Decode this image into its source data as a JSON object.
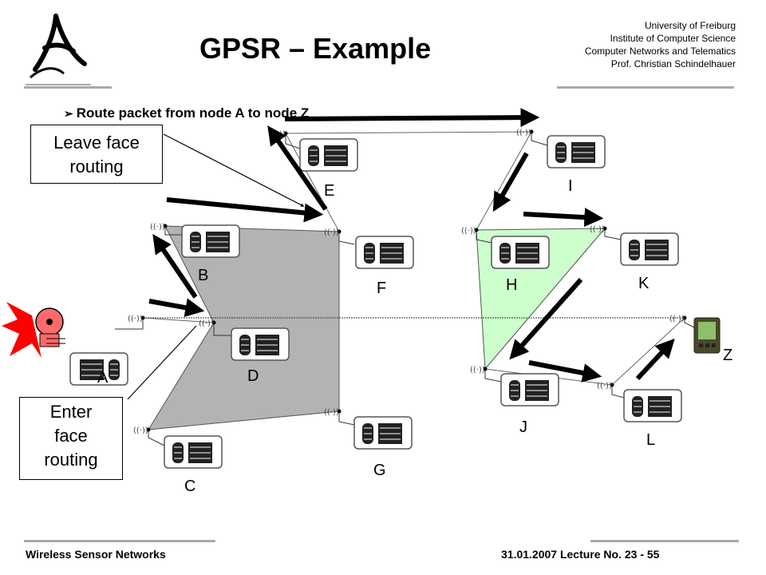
{
  "header": {
    "title": "GPSR – Example",
    "institution": [
      "University of Freiburg",
      "Institute of Computer Science",
      "Computer Networks and Telematics",
      "Prof. Christian Schindelhauer"
    ]
  },
  "bullet": "Route packet from node A to node Z",
  "callouts": {
    "leave": [
      "Leave face",
      "routing"
    ],
    "enter": [
      "Enter",
      "face",
      "routing"
    ]
  },
  "nodes": [
    "A",
    "B",
    "C",
    "D",
    "E",
    "F",
    "G",
    "H",
    "I",
    "J",
    "K",
    "L",
    "Z"
  ],
  "radio_glyph": "((·))",
  "footer": {
    "left": "Wireless  Sensor  Networks",
    "right": "31.01.2007  Lecture  No.  23 - 55"
  },
  "colors": {
    "face1": "#b3b3b3",
    "face2": "#ccffcc",
    "alarm": "#ff0000"
  }
}
